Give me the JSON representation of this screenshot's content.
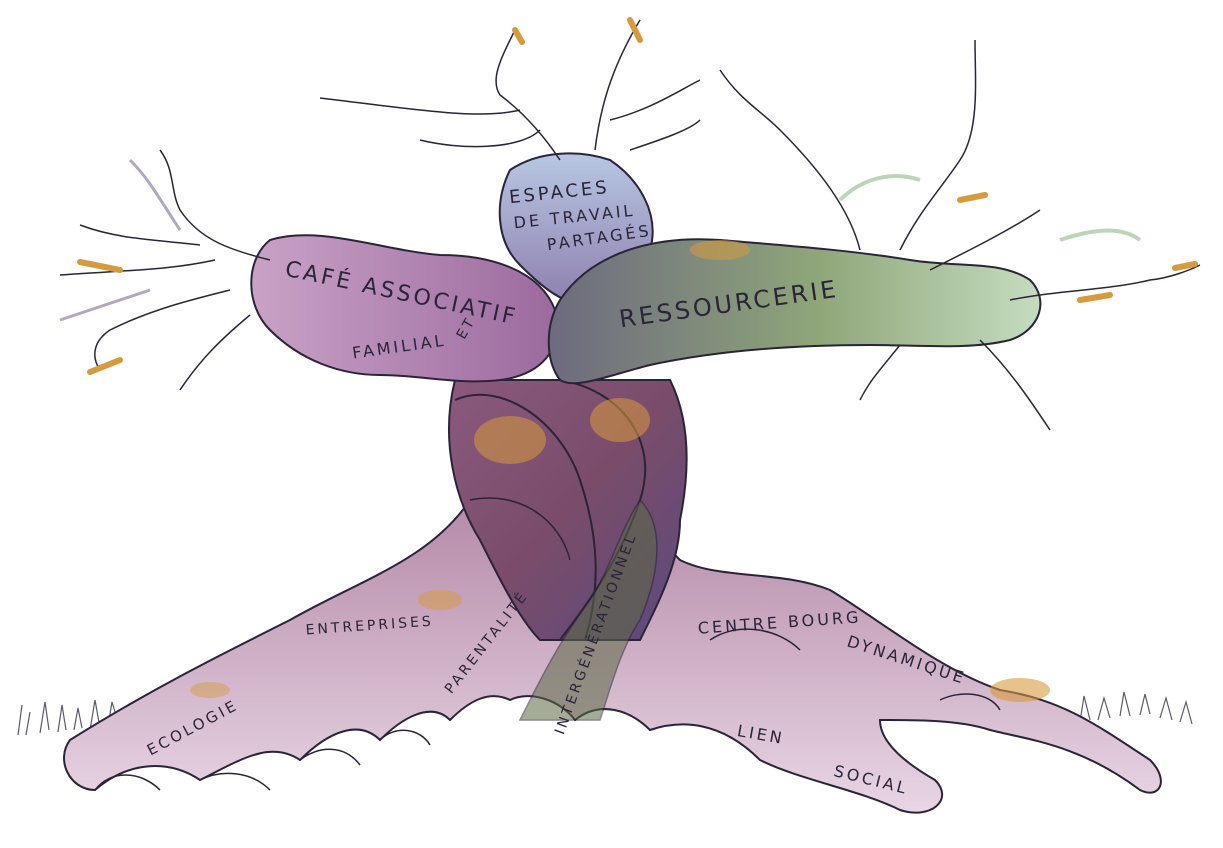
{
  "colors": {
    "ink": "#2a2438",
    "purple": "#9b6a9e",
    "violet": "#6a4f8a",
    "brown": "#8a4f4a",
    "ochre": "#d79a3c",
    "blue": "#9fb3d6",
    "green": "#8fb98a",
    "olive": "#5b6a45"
  },
  "branches": {
    "left": {
      "line1": "CAFÉ ASSOCIATIF",
      "line2": "ET",
      "line3": "FAMILIAL"
    },
    "top": {
      "line1": "ESPACES",
      "line2": "DE TRAVAIL",
      "line3": "PARTAGÉS"
    },
    "right": {
      "line1": "RESSOURCERIE"
    }
  },
  "roots": {
    "entreprises": "ENTREPRISES",
    "ecologie": "ECOLOGIE",
    "parentalite": "PARENTALITÉ",
    "intergenerationnel": "INTERGÉNÉRATIONNEL",
    "centre_bourg": "CENTRE BOURG",
    "dynamique": "DYNAMIQUE",
    "lien": "LIEN",
    "social": "SOCIAL"
  }
}
